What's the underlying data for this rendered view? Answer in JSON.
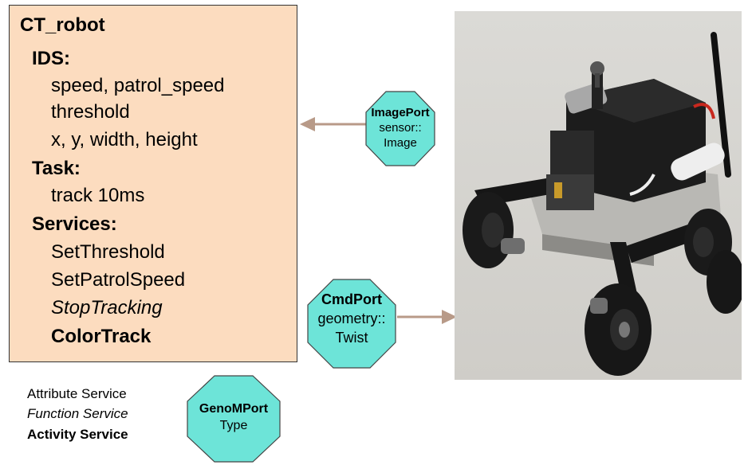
{
  "component": {
    "name": "CT_robot",
    "ids_heading": "IDS:",
    "ids": [
      "speed, patrol_speed",
      "threshold",
      "x, y, width, height"
    ],
    "task_heading": "Task:",
    "tasks": [
      "track 10ms"
    ],
    "services_heading": "Services:",
    "services": {
      "attribute_1": "SetThreshold",
      "attribute_2": "SetPatrolSpeed",
      "function": "StopTracking",
      "activity": "ColorTrack"
    }
  },
  "ports": {
    "image": {
      "name": "ImagePort",
      "type_ns": "sensor::",
      "type": "Image"
    },
    "cmd": {
      "name": "CmdPort",
      "type_ns": "geometry::",
      "type": "Twist"
    },
    "legend": {
      "name": "GenoMPort",
      "type": "Type"
    }
  },
  "legend": {
    "attribute": "Attribute Service",
    "function": "Function Service",
    "activity": "Activity Service"
  },
  "colors": {
    "box_fill": "#fcdcbf",
    "port_fill": "#6de4d8",
    "arrow": "#b89a88"
  }
}
